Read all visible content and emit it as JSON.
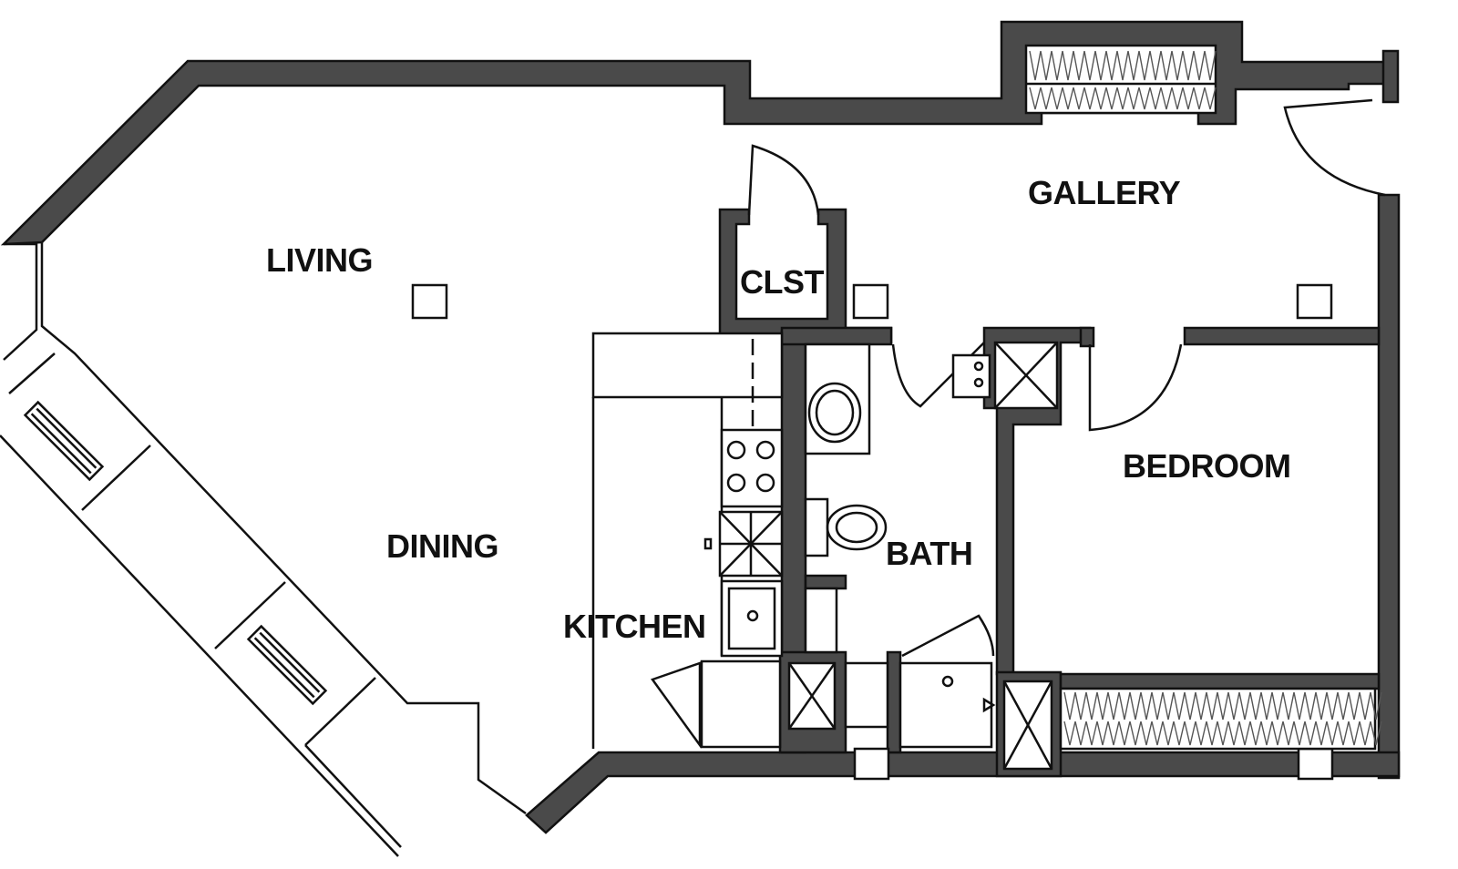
{
  "floorplan": {
    "rooms": [
      {
        "id": "living",
        "label": "LIVING"
      },
      {
        "id": "gallery",
        "label": "GALLERY"
      },
      {
        "id": "clst",
        "label": "CLST"
      },
      {
        "id": "bedroom",
        "label": "BEDROOM"
      },
      {
        "id": "dining",
        "label": "DINING"
      },
      {
        "id": "bath",
        "label": "BATH"
      },
      {
        "id": "kitchen",
        "label": "KITCHEN"
      }
    ],
    "colors": {
      "wall_fill": "#4a4a4a",
      "line": "#111111",
      "background": "#ffffff"
    }
  }
}
